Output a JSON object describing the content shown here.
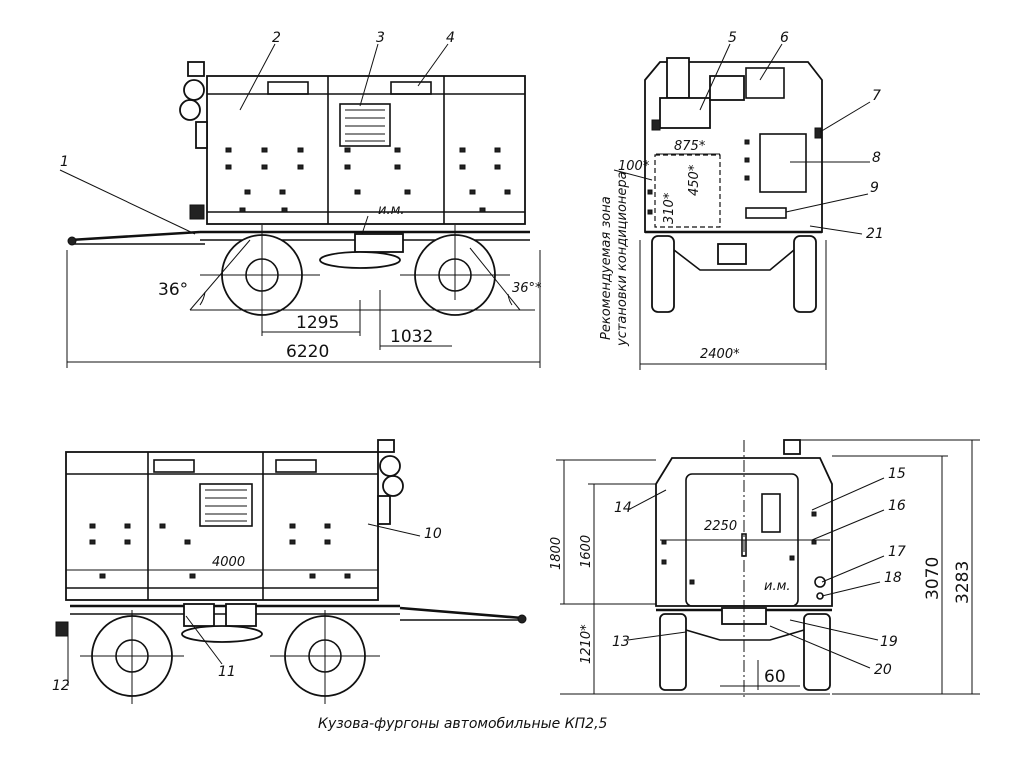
{
  "caption": "Кузова-фургоны автомобильные КП2,5",
  "callouts": [
    "1",
    "2",
    "3",
    "4",
    "5",
    "6",
    "7",
    "8",
    "9",
    "10",
    "11",
    "12",
    "13",
    "14",
    "15",
    "16",
    "17",
    "18",
    "19",
    "20",
    "21"
  ],
  "side_top": {
    "angle_front": "36°",
    "angle_rear": "36°*",
    "dim_wheel_offset": "1295",
    "dim_axle_gap": "1032",
    "dim_total_length": "6220",
    "label_im": "и.м."
  },
  "front_top": {
    "dim_875": "875*",
    "dim_100": "100*",
    "dim_450": "450*",
    "dim_310": "310*",
    "dim_width": "2400*",
    "zone_line1": "Рекомендуемая зона",
    "zone_line2": "установки кондиционера"
  },
  "side_bottom": {
    "dim_body_length": "4000"
  },
  "rear_bottom": {
    "dim_2250": "2250",
    "dim_1800": "1800",
    "dim_1600": "1600",
    "dim_1210": "1210*",
    "dim_60": "60",
    "dim_3070": "3070",
    "dim_3283": "3283",
    "label_im": "и.м."
  }
}
